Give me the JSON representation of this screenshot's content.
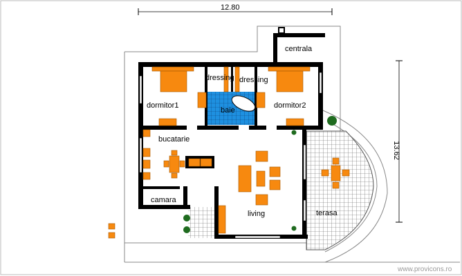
{
  "dimensions": {
    "width": "12.80",
    "depth": "13.62"
  },
  "rooms": {
    "dormitor1": "dormitor1",
    "dressing1": "dressing",
    "dressing2": "dressing",
    "dormitor2": "dormitor2",
    "baie": "baie",
    "centrala": "centrala",
    "bucatarie": "bucatarie",
    "camara": "camara",
    "living": "living",
    "terasa": "terasa"
  },
  "watermark": "www.provicons.ro",
  "colors": {
    "furniture": "#f7890f",
    "bathroom_tile": "#1e90e0",
    "walls": "#000000",
    "plants": "#1f6b1f"
  }
}
